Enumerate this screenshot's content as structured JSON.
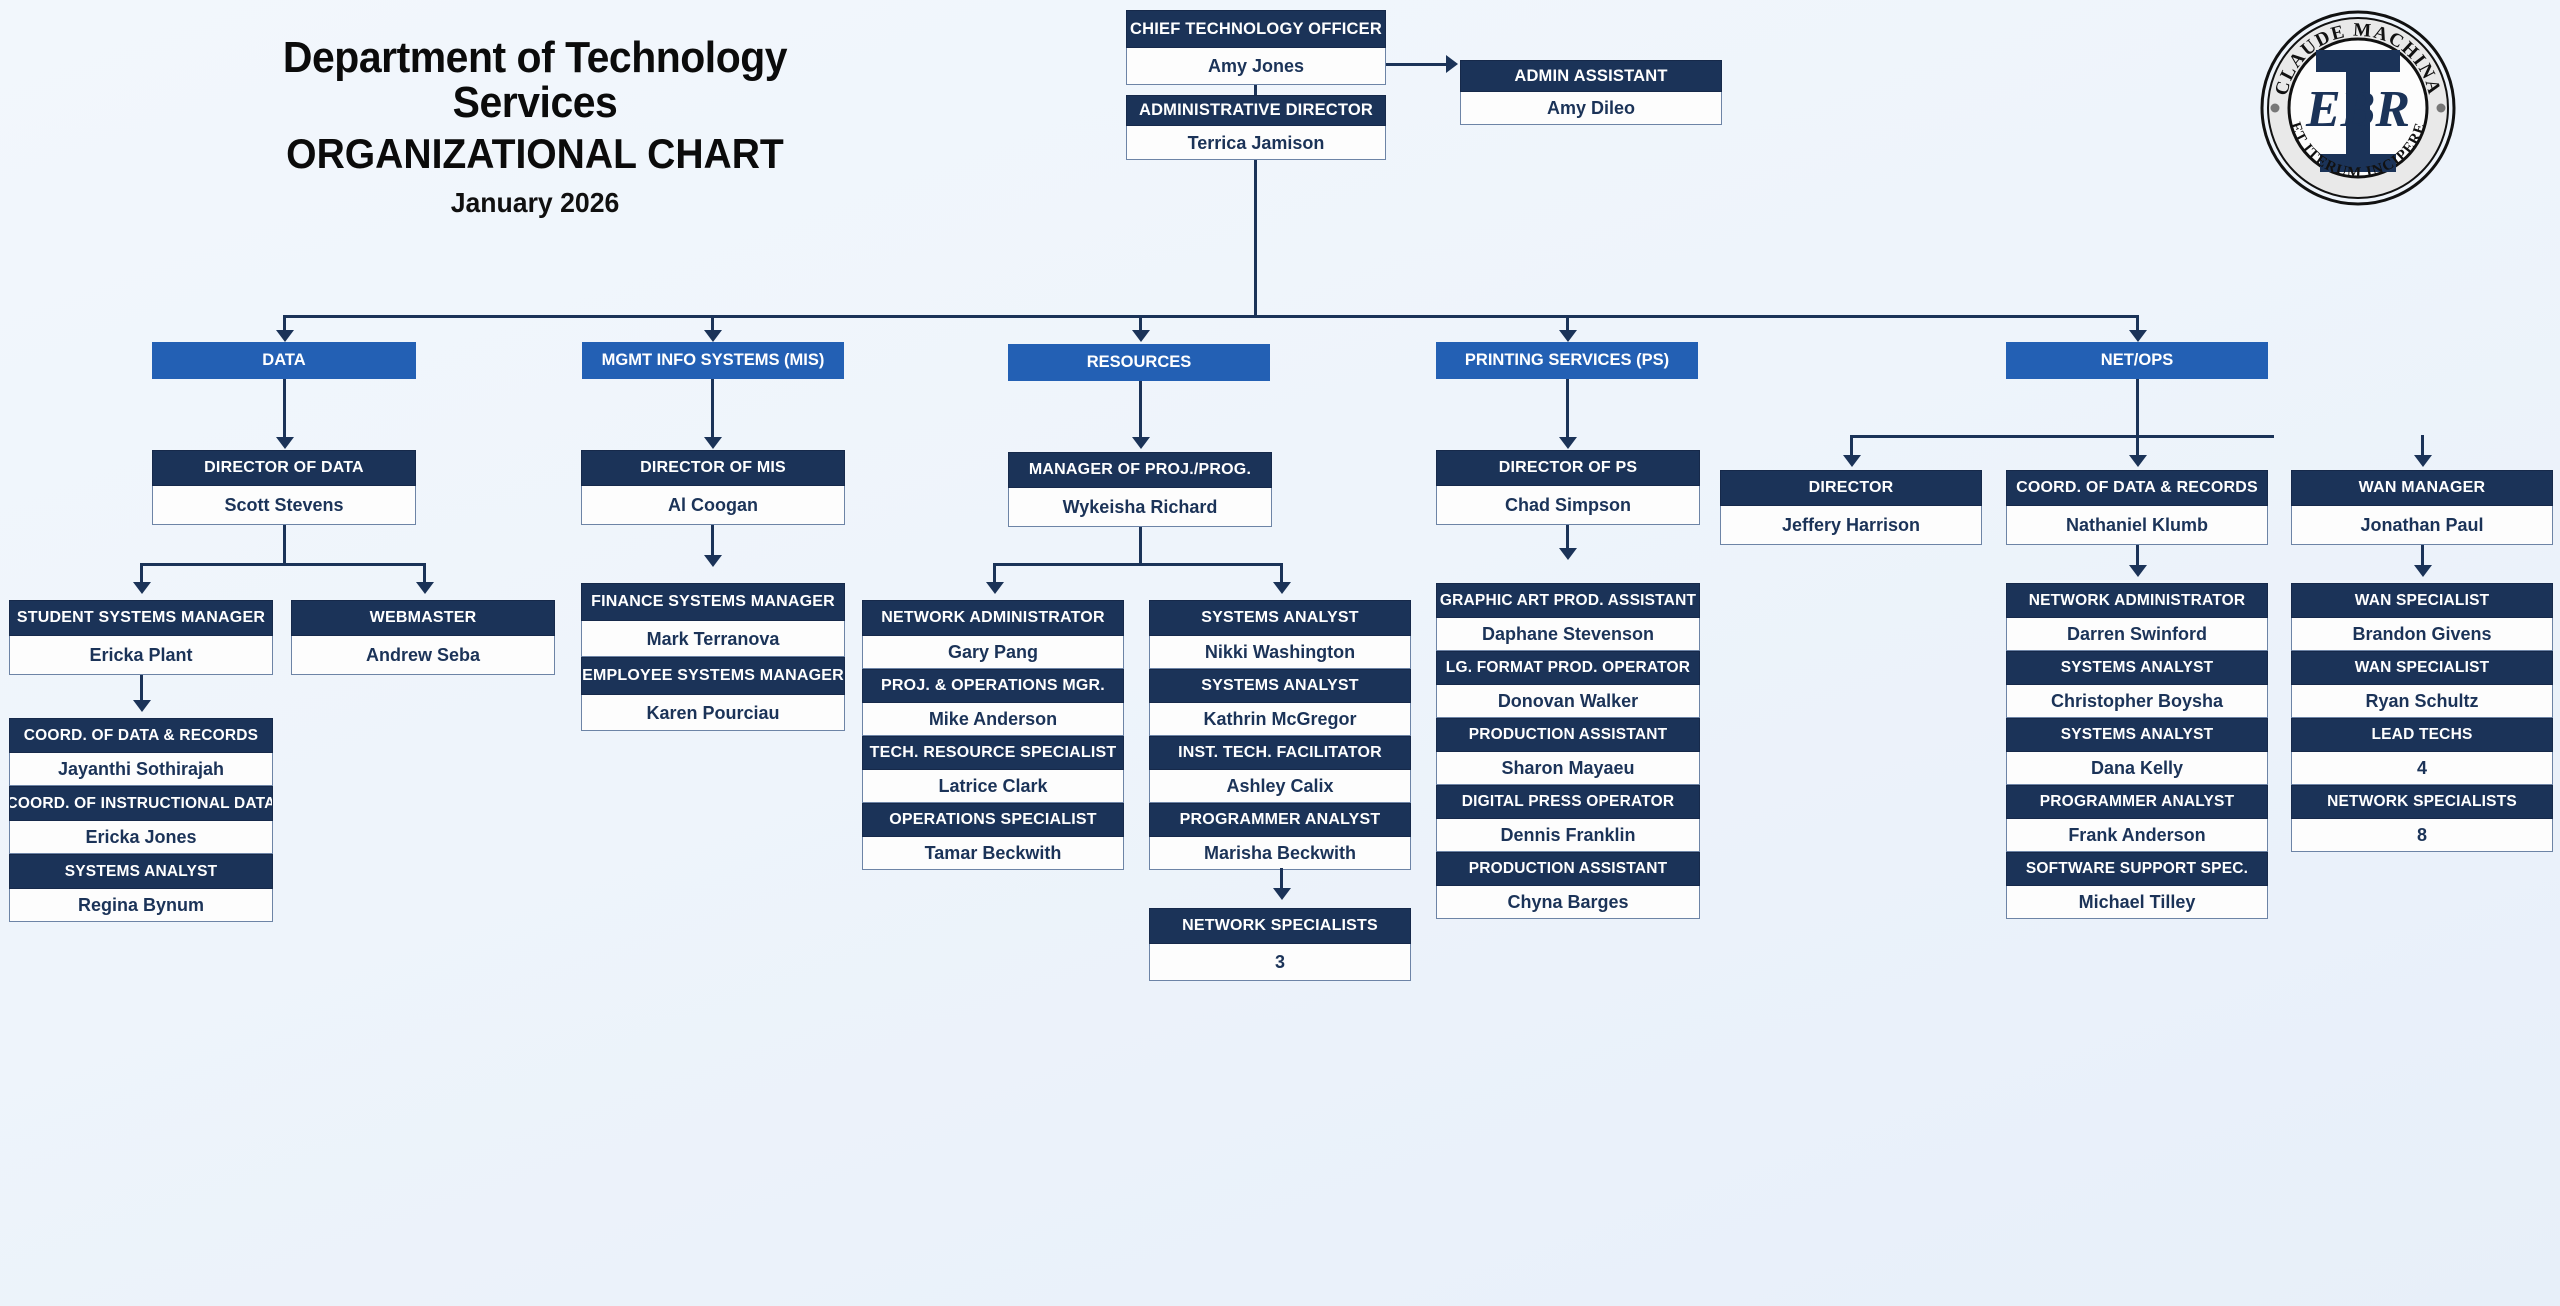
{
  "header": {
    "title_line1": "Department of Technology Services",
    "title_line2": "ORGANIZATIONAL CHART",
    "date": "January 2026"
  },
  "seal": {
    "top_text": "CLAUDE MACHINA",
    "bottom_text": "ET ITERUM INCIPERE",
    "monogram": "EBR",
    "backdrop_letter": "T"
  },
  "colors": {
    "header_navy": "#1b3358",
    "division_blue": "#2360b4",
    "value_bg": "#fdfdfd",
    "page_bg": "#eef4fb"
  },
  "executive": {
    "cto": {
      "title": "CHIEF TECHNOLOGY OFFICER",
      "name": "Amy Jones"
    },
    "admin_assistant": {
      "title": "ADMIN ASSISTANT",
      "name": "Amy Dileo"
    },
    "administrative_director": {
      "title": "ADMINISTRATIVE DIRECTOR",
      "name": "Terrica Jamison"
    }
  },
  "divisions": [
    {
      "label": "DATA"
    },
    {
      "label": "MGMT INFO SYSTEMS (MIS)"
    },
    {
      "label": "RESOURCES"
    },
    {
      "label": "PRINTING SERVICES (PS)"
    },
    {
      "label": "NET/OPS"
    }
  ],
  "data_division": {
    "director": {
      "title": "DIRECTOR OF DATA",
      "name": "Scott Stevens"
    },
    "student_systems_manager": {
      "title": "STUDENT SYSTEMS MANAGER",
      "name": "Ericka Plant"
    },
    "webmaster": {
      "title": "WEBMASTER",
      "name": "Andrew Seba"
    },
    "stack": [
      {
        "title": "COORD. OF DATA & RECORDS",
        "name": "Jayanthi Sothirajah"
      },
      {
        "title": "COORD. OF INSTRUCTIONAL DATA",
        "name": "Ericka Jones"
      },
      {
        "title": "SYSTEMS ANALYST",
        "name": "Regina Bynum"
      }
    ]
  },
  "mis_division": {
    "director": {
      "title": "DIRECTOR OF MIS",
      "name": "Al Coogan"
    },
    "stack": [
      {
        "title": "FINANCE SYSTEMS MANAGER",
        "name": "Mark Terranova"
      },
      {
        "title": "EMPLOYEE SYSTEMS MANAGER",
        "name": "Karen Pourciau"
      }
    ]
  },
  "resources_division": {
    "manager": {
      "title": "MANAGER OF PROJ./PROG.",
      "name": "Wykeisha Richard"
    },
    "left_stack": [
      {
        "title": "NETWORK ADMINISTRATOR",
        "name": "Gary Pang"
      },
      {
        "title": "PROJ. & OPERATIONS MGR.",
        "name": "Mike Anderson"
      },
      {
        "title": "TECH. RESOURCE SPECIALIST",
        "name": "Latrice Clark"
      },
      {
        "title": "OPERATIONS SPECIALIST",
        "name": "Tamar Beckwith"
      }
    ],
    "right_stack": [
      {
        "title": "SYSTEMS ANALYST",
        "name": "Nikki Washington"
      },
      {
        "title": "SYSTEMS ANALYST",
        "name": "Kathrin McGregor"
      },
      {
        "title": "INST. TECH. FACILITATOR",
        "name": "Ashley Calix"
      },
      {
        "title": "PROGRAMMER ANALYST",
        "name": "Marisha Beckwith"
      }
    ],
    "network_specialists": {
      "title": "NETWORK SPECIALISTS",
      "name": "3"
    }
  },
  "printing_division": {
    "director": {
      "title": "DIRECTOR OF PS",
      "name": "Chad Simpson"
    },
    "stack": [
      {
        "title": "GRAPHIC ART PROD. ASSISTANT",
        "name": "Daphane Stevenson"
      },
      {
        "title": "LG. FORMAT PROD. OPERATOR",
        "name": "Donovan Walker"
      },
      {
        "title": "PRODUCTION ASSISTANT",
        "name": "Sharon Mayaeu"
      },
      {
        "title": "DIGITAL PRESS OPERATOR",
        "name": "Dennis Franklin"
      },
      {
        "title": "PRODUCTION ASSISTANT",
        "name": "Chyna Barges"
      }
    ]
  },
  "netops_division": {
    "director": {
      "title": "DIRECTOR",
      "name": "Jeffery Harrison"
    },
    "coord": {
      "title": "COORD. OF DATA & RECORDS",
      "name": "Nathaniel Klumb"
    },
    "coord_stack": [
      {
        "title": "NETWORK ADMINISTRATOR",
        "name": "Darren Swinford"
      },
      {
        "title": "SYSTEMS ANALYST",
        "name": "Christopher Boysha"
      },
      {
        "title": "SYSTEMS ANALYST",
        "name": "Dana Kelly"
      },
      {
        "title": "PROGRAMMER ANALYST",
        "name": "Frank Anderson"
      },
      {
        "title": "SOFTWARE SUPPORT SPEC.",
        "name": "Michael Tilley"
      }
    ],
    "wan_manager": {
      "title": "WAN MANAGER",
      "name": "Jonathan Paul"
    },
    "wan_stack": [
      {
        "title": "WAN SPECIALIST",
        "name": "Brandon Givens"
      },
      {
        "title": "WAN SPECIALIST",
        "name": "Ryan Schultz"
      },
      {
        "title": "LEAD TECHS",
        "name": "4"
      },
      {
        "title": "NETWORK SPECIALISTS",
        "name": "8"
      }
    ]
  }
}
